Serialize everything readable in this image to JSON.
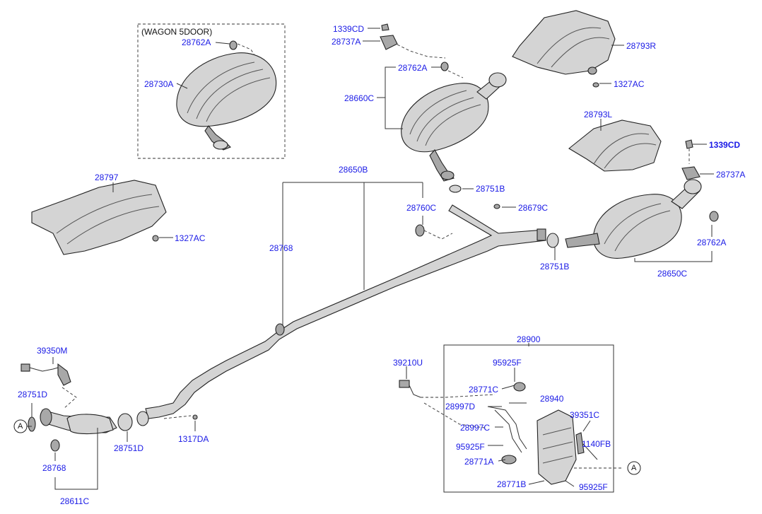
{
  "diagram": {
    "wagon_note": "(WAGON 5DOOR)",
    "ref_marker": "A",
    "labels": {
      "l_28762A_w": "28762A",
      "l_28730A": "28730A",
      "l_1339CD_t": "1339CD",
      "l_28737A_t": "28737A",
      "l_28762A_t": "28762A",
      "l_28660C": "28660C",
      "l_28793R": "28793R",
      "l_1327AC_t": "1327AC",
      "l_28793L": "28793L",
      "l_1339CD_r": "1339CD",
      "l_28737A_r": "28737A",
      "l_28797": "28797",
      "l_1327AC_l": "1327AC",
      "l_28650B": "28650B",
      "l_28751B_t": "28751B",
      "l_28760C": "28760C",
      "l_28679C": "28679C",
      "l_28768_m": "28768",
      "l_28751B_m": "28751B",
      "l_28762A_r": "28762A",
      "l_28650C": "28650C",
      "l_39350M": "39350M",
      "l_28751D_l": "28751D",
      "l_28768_b": "28768",
      "l_28611C": "28611C",
      "l_28751D_b": "28751D",
      "l_1317DA": "1317DA",
      "l_28900": "28900",
      "l_39210U": "39210U",
      "l_95925F_t": "95925F",
      "l_28771C": "28771C",
      "l_28940": "28940",
      "l_28997D": "28997D",
      "l_39351C": "39351C",
      "l_28997C": "28997C",
      "l_1140FB": "1140FB",
      "l_95925F_m": "95925F",
      "l_28771A": "28771A",
      "l_28771B": "28771B",
      "l_95925F_b": "95925F"
    }
  }
}
